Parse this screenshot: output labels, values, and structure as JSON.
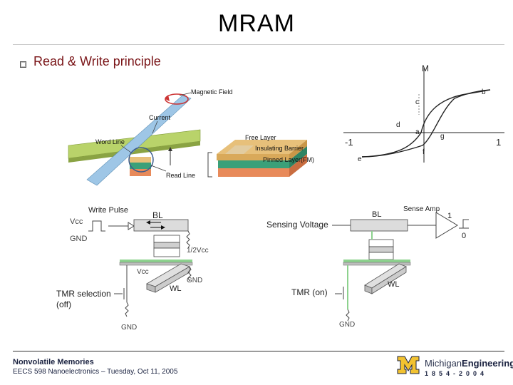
{
  "slide": {
    "title": "MRAM",
    "bullet_text": "Read & Write principle"
  },
  "figure_cell": {
    "magnetic_field": "Magnetic Field",
    "current": "Current",
    "word_line": "Word Line",
    "free_layer": "Free Layer",
    "insulating_barrier": "Insulating Barrier",
    "pinned_layer": "Pinned Layer(FM)",
    "read_line": "Read Line"
  },
  "figure_hysteresis": {
    "axis_m": "M",
    "left_tick": "-1",
    "right_tick": "1",
    "points": [
      "a",
      "b",
      "c",
      "d",
      "e",
      "f",
      "g"
    ]
  },
  "figure_write": {
    "write_pulse": "Write Pulse",
    "vcc": "Vcc",
    "gnd": "GND",
    "bl": "BL",
    "half_vcc": "1/2Vcc",
    "vcc2": "Vcc",
    "gnd2": "GND",
    "wl": "WL",
    "tmr_selection": "TMR selection",
    "off": "(off)",
    "gnd3": "GND"
  },
  "figure_read": {
    "sensing_voltage": "Sensing Voltage",
    "bl": "BL",
    "sense_amp": "Sense Amp",
    "one": "1",
    "zero": "0",
    "wl": "WL",
    "tmr_on": "TMR (on)",
    "gnd": "GND"
  },
  "footer": {
    "course_title": "Nonvolatile Memories",
    "course_line": "EECS 598 Nanoelectronics – Tuesday, Oct 11, 2005",
    "brand_a": "Michigan",
    "brand_b": "Engineering",
    "years": "1854-2004"
  }
}
